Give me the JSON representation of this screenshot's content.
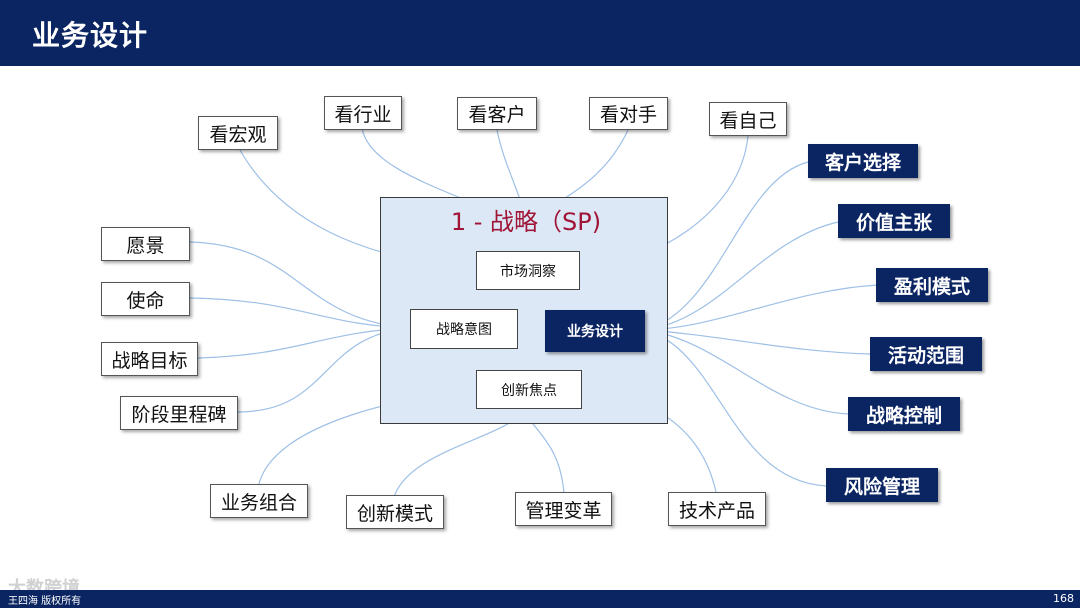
{
  "header": {
    "title": "业务设计"
  },
  "center": {
    "title": "1 - 战略（SP)",
    "top": "市场洞察",
    "left": "战略意图",
    "right": "业务设计",
    "bottom": "创新焦点"
  },
  "top_nodes": [
    "看宏观",
    "看行业",
    "看客户",
    "看对手",
    "看自己"
  ],
  "left_nodes": [
    "愿景",
    "使命",
    "战略目标",
    "阶段里程碑"
  ],
  "bottom_nodes": [
    "业务组合",
    "创新模式",
    "管理变革",
    "技术产品"
  ],
  "right_nodes": [
    "客户选择",
    "价值主张",
    "盈利模式",
    "活动范围",
    "战略控制",
    "风险管理"
  ],
  "footer": {
    "text": "王四海 版权所有",
    "page": "168"
  },
  "watermark": "大数跨境",
  "colors": {
    "header_bg": "#0b2563",
    "center_bg": "#dce8f6",
    "title_red": "#a01436",
    "line": "#9ec0e6"
  }
}
